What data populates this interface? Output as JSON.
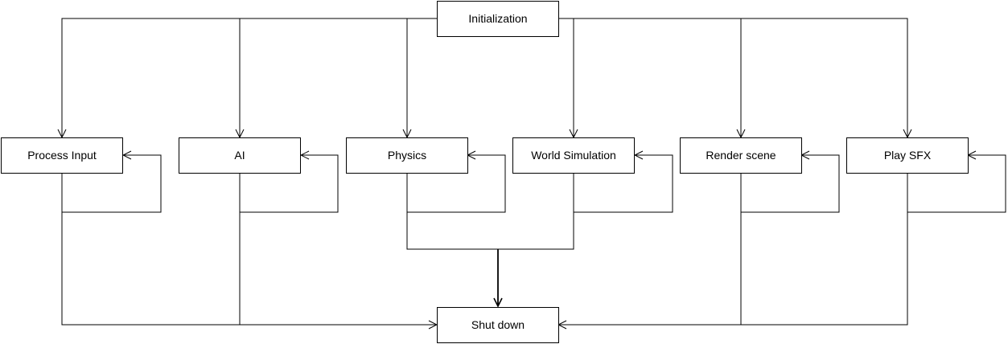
{
  "diagram": {
    "nodes": {
      "init": "Initialization",
      "input": "Process Input",
      "ai": "AI",
      "physics": "Physics",
      "world": "World Simulation",
      "render": "Render scene",
      "sfx": "Play SFX",
      "shutdown": "Shut down"
    },
    "edges": [
      {
        "from": "init",
        "to": "input"
      },
      {
        "from": "init",
        "to": "ai"
      },
      {
        "from": "init",
        "to": "physics"
      },
      {
        "from": "init",
        "to": "world"
      },
      {
        "from": "init",
        "to": "render"
      },
      {
        "from": "init",
        "to": "sfx"
      },
      {
        "from": "input",
        "to": "input"
      },
      {
        "from": "ai",
        "to": "ai"
      },
      {
        "from": "physics",
        "to": "physics"
      },
      {
        "from": "world",
        "to": "world"
      },
      {
        "from": "render",
        "to": "render"
      },
      {
        "from": "sfx",
        "to": "sfx"
      },
      {
        "from": "input",
        "to": "shutdown"
      },
      {
        "from": "ai",
        "to": "shutdown"
      },
      {
        "from": "physics",
        "to": "shutdown"
      },
      {
        "from": "world",
        "to": "shutdown"
      },
      {
        "from": "render",
        "to": "shutdown"
      },
      {
        "from": "sfx",
        "to": "shutdown"
      }
    ]
  }
}
